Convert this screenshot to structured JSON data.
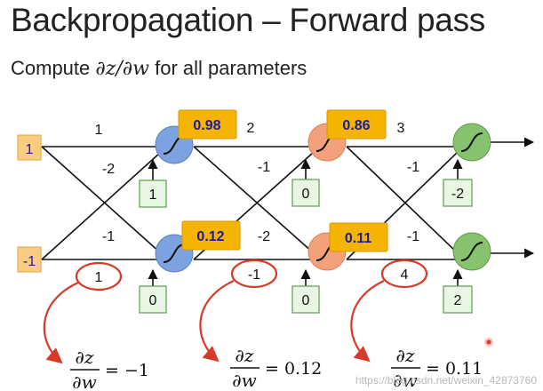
{
  "title": "Backpropagation – Forward pass",
  "subtitle": {
    "prefix": "Compute ",
    "math": "∂z/∂w",
    "suffix": " for all parameters"
  },
  "inputs": [
    "1",
    "-1"
  ],
  "layer_labels": [
    "1",
    "2",
    "3"
  ],
  "weights": {
    "l1": {
      "top_straight": "1",
      "top_cross": "-2",
      "bottom_cross": "-1",
      "bottom_straight": ""
    },
    "l2": {
      "top_cross": "-1",
      "bottom_cross": "-2"
    },
    "l3": {
      "top_cross": "-1",
      "bottom_cross": "-1"
    }
  },
  "biases": {
    "l1": [
      "1",
      "0"
    ],
    "l2": [
      "0",
      "0"
    ],
    "l3": [
      "-2",
      "2"
    ]
  },
  "outputs": {
    "l1": [
      "0.98",
      "0.12"
    ],
    "l2": [
      "0.86",
      "0.11"
    ]
  },
  "circled_values": [
    "1",
    "-1",
    "4"
  ],
  "derivatives": [
    {
      "numerator": "∂z",
      "denominator": "∂w",
      "result": "= −1"
    },
    {
      "numerator": "∂z",
      "denominator": "∂w",
      "result": "= 0.12"
    },
    {
      "numerator": "∂z",
      "denominator": "∂w",
      "result": "= 0.11"
    }
  ],
  "watermark": "https://blog.csdn.net/weixin_42873760",
  "colors": {
    "input_fill": "#f9cc82",
    "output_fill": "#f5b400",
    "bias_fill": "#e9f6e3",
    "bias_stroke": "#66a35a",
    "neuron_blue": "#7da2e0",
    "neuron_orange": "#f2a17a",
    "neuron_green": "#87c26e",
    "circle_red": "#d83a2a"
  }
}
